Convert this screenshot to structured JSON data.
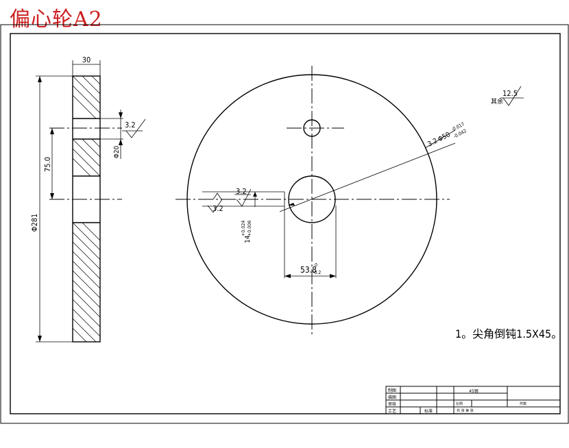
{
  "title": "偏心轮A2",
  "side_view": {
    "width_dim": "30",
    "diameter_dim": "Φ281",
    "offset_dim": "75.0",
    "hole_dim": "Φ20",
    "hole_roughness": "3.2"
  },
  "front_view": {
    "roughness_other_value": "12.5",
    "roughness_other_label": "其余",
    "outer_roughness": "3.2",
    "outer_diameter_dim": "Φ50",
    "outer_tol_upper": "-0.017",
    "outer_tol_lower": "-0.042",
    "keyway_roughness_left": "3.2",
    "keyway_roughness_top": "3.2",
    "keyway_depth_dim": "14",
    "keyway_tol_upper": "+0.024",
    "keyway_tol_lower": "+0.006",
    "width_dim": "53.8",
    "width_tol_upper": "0",
    "width_tol_lower": "-0.2"
  },
  "note": "1。尖角倒钝1.5X45。",
  "title_block": {
    "r1c1": "制图",
    "r2c1": "描图",
    "r3c1": "审核",
    "r4c1": "工艺",
    "r4c3": "标准",
    "material": "45钢",
    "scale_label": "比例",
    "qty_label": "件数",
    "sheet_label": "共 张 第 张"
  },
  "colors": {
    "title": "#cc1f1f",
    "line": "#000000"
  }
}
